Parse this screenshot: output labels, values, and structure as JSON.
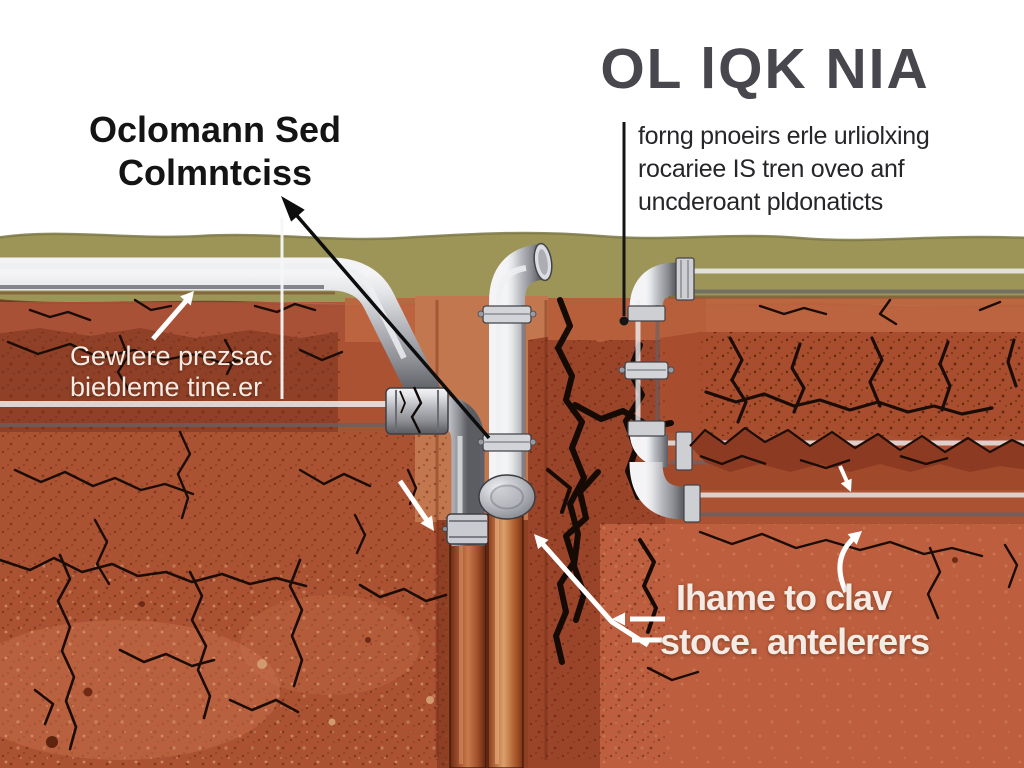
{
  "title": "OL lQK NIA",
  "heading": {
    "line1": "Oclomann Sed",
    "line2": "Colmntciss"
  },
  "callout": {
    "line1": "forng pnoeirs erle urliolxing",
    "line2": "rocariee IS tren oveo anf",
    "line3": "uncderoant pldonaticts"
  },
  "soil_label": {
    "line1": "Gewlere prezsac",
    "line2": "biebleme tine.er"
  },
  "clay_label": {
    "line1": "Ihame to clav",
    "line2": "stoce. antelerers"
  },
  "icons": {
    "black_pointer": "arrow-up-left-icon",
    "heading_pointer": "vertical-line-pointer",
    "callout_pointer": "line-with-dot-pointer",
    "soil_arrow": "arrow-up-right-icon",
    "coupling_arrow": "arrow-down-right-icon",
    "gap_arrow": "arrow-down-icon",
    "clay_bent_arrow": "arrow-up-left-icon",
    "clay_left_arrow": "arrow-left-icon",
    "clay_curved_arrow": "arrow-up-icon"
  },
  "palette": {
    "sky": "#ffffff",
    "grass": "#9c9557",
    "grass-edge": "#7c7848",
    "soil": "#ab5233",
    "soil-light": "#bd6540",
    "soil-medium": "#a85136",
    "soil-dark": "#8f4027",
    "soil-darker": "#8c3a22",
    "soil-bottom": "#bd5f3e",
    "trench-light": "#c3774e",
    "crack": "#190c05",
    "pipe-mid": "#b6b8bd",
    "pipe-highlight": "#eff0f2",
    "pipe-shadow": "#5b5d63",
    "pipe-outline": "#3f4045",
    "clay-pipe": "#c9814f",
    "clay-pipe-dark": "#b56038",
    "title-color": "#47474d",
    "heading-color": "#141414",
    "callout-color": "#26262a",
    "label-color": "#f4ece4"
  }
}
